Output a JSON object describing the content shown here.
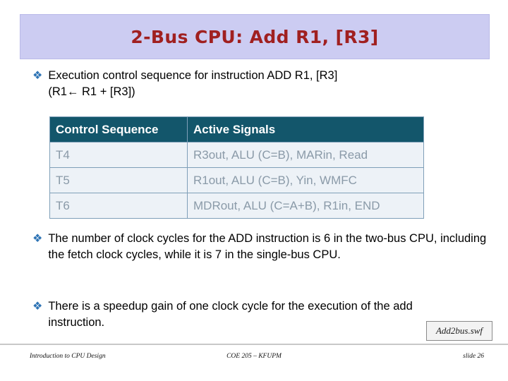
{
  "slide": {
    "title": "2-Bus CPU: Add R1, [R3]",
    "title_color": "#a02020",
    "banner_color": "#ccccf2"
  },
  "bullets": [
    {
      "marker": "❖",
      "line1": "Execution control sequence for instruction ADD R1, [R3]",
      "line2": "(R1← R1 + [R3])"
    },
    {
      "marker": "❖",
      "text": "The number of clock cycles for the ADD instruction is 6 in the two-bus CPU, including the fetch clock cycles, while it is 7 in the single-bus CPU."
    },
    {
      "marker": "❖",
      "text": "There is a speedup gain of one clock cycle for the execution of the add instruction."
    }
  ],
  "table": {
    "headers": [
      "Control Sequence",
      "Active Signals"
    ],
    "header_bg": "#13566b",
    "rows": [
      [
        "T4",
        "R3out, ALU (C=B), MARin, Read"
      ],
      [
        "T5",
        "R1out, ALU (C=B), Yin, WMFC"
      ],
      [
        "T6",
        "MDRout, ALU (C=A+B), R1in, END"
      ]
    ]
  },
  "media": {
    "swf_label": "Add2bus.swf"
  },
  "footer": {
    "left": "Introduction to CPU Design",
    "center": "COE 205 – KFUPM",
    "right": "slide 26"
  }
}
